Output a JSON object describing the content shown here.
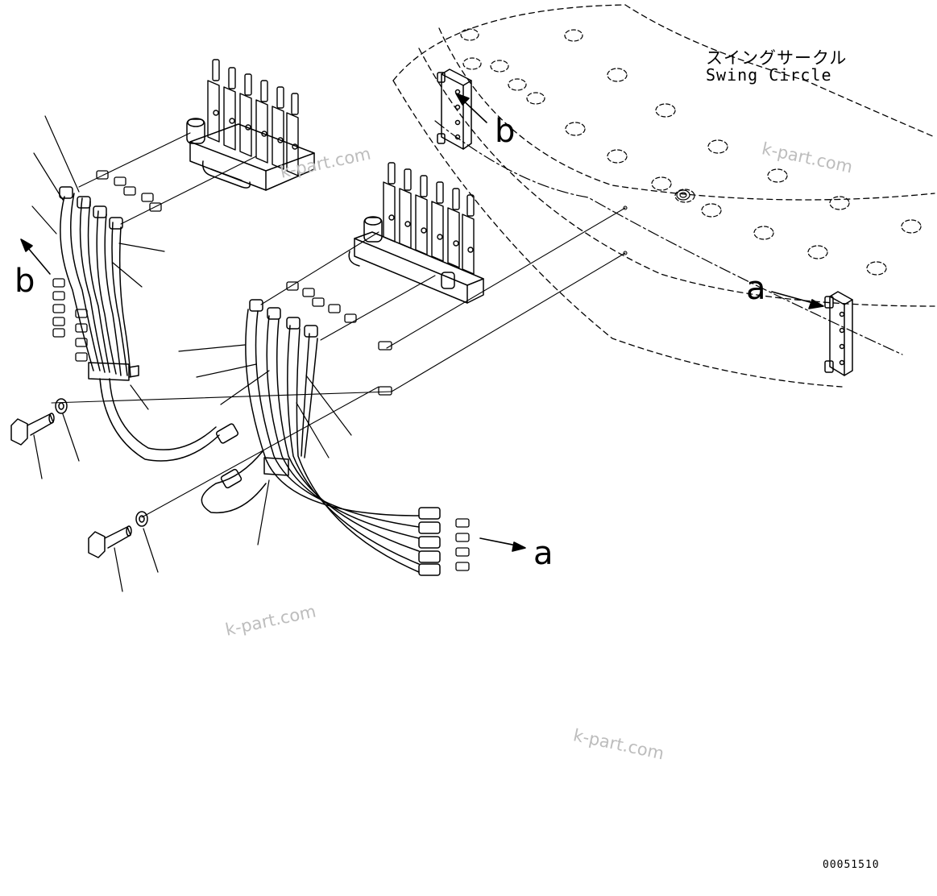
{
  "labels": {
    "swing_circle_jp": "スイングサークル",
    "swing_circle_en": "Swing Circle",
    "view_a": "a",
    "view_a_ref": "a",
    "view_b": "b",
    "view_b_ref": "b"
  },
  "watermarks": [
    "k-part.com",
    "k-part.com",
    "k-part.com",
    "k-part.com"
  ],
  "drawing_code": "00051510",
  "colors": {
    "line": "#000000",
    "watermark": "#bdbdbd",
    "background": "#ffffff"
  }
}
